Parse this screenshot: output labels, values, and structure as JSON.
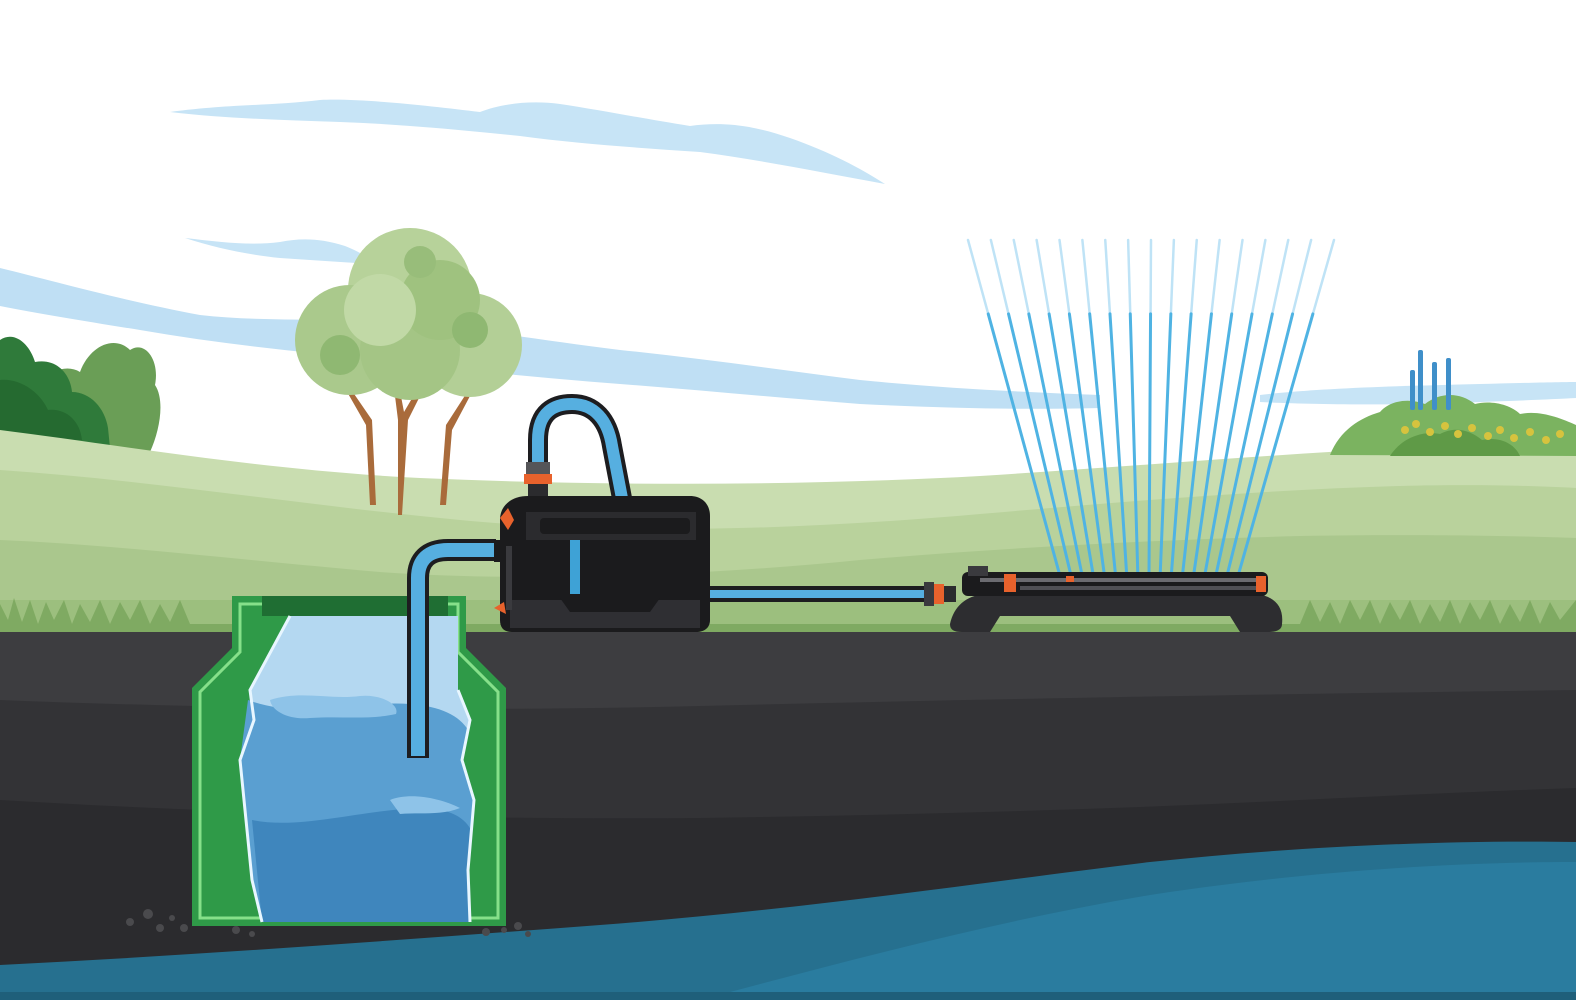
{
  "scene": {
    "labels": [],
    "components": [
      {
        "id": "cistern",
        "icon": "water-tank-icon"
      },
      {
        "id": "suction-hose",
        "icon": "hose-icon"
      },
      {
        "id": "garden-pump",
        "icon": "pump-icon"
      },
      {
        "id": "pressure-hose",
        "icon": "hose-icon"
      },
      {
        "id": "oscillating-sprinkler",
        "icon": "sprinkler-icon"
      },
      {
        "id": "water-spray",
        "icon": "water-spray-icon"
      }
    ]
  },
  "colors": {
    "sky": "#ffffff",
    "cloud": "#bfe0f5",
    "meadow_far": "#c3d9a6",
    "meadow_mid": "#b4ce96",
    "meadow_near": "#a7c48a",
    "soil_top": "#3c3c3e",
    "soil_mid": "#2f2f31",
    "soil_deep": "#2a2a2c",
    "groundwater": "#27708f",
    "tank_green": "#2f9a48",
    "tank_light": "#7bd67d",
    "water_light": "#a9d1ee",
    "water_dark": "#5b9fd0",
    "hose_blue": "#55aede",
    "pump_black": "#1b1b1d",
    "accent_orange": "#e8622c",
    "spray_blue": "#4fb3e3"
  }
}
